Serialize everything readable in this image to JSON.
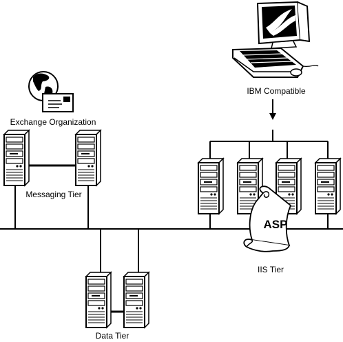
{
  "labels": {
    "workstation": "IBM Compatible",
    "exchange": "Exchange Organization",
    "messaging": "Messaging Tier",
    "iis": "IIS Tier",
    "data": "Data Tier",
    "asp": "ASP"
  },
  "icons": {
    "workstation": "computer-workstation-icon",
    "exchange": "globe-envelope-icon",
    "server": "tower-server-icon",
    "scroll": "document-scroll-icon"
  },
  "colors": {
    "ink": "#000000",
    "paper": "#ffffff"
  }
}
